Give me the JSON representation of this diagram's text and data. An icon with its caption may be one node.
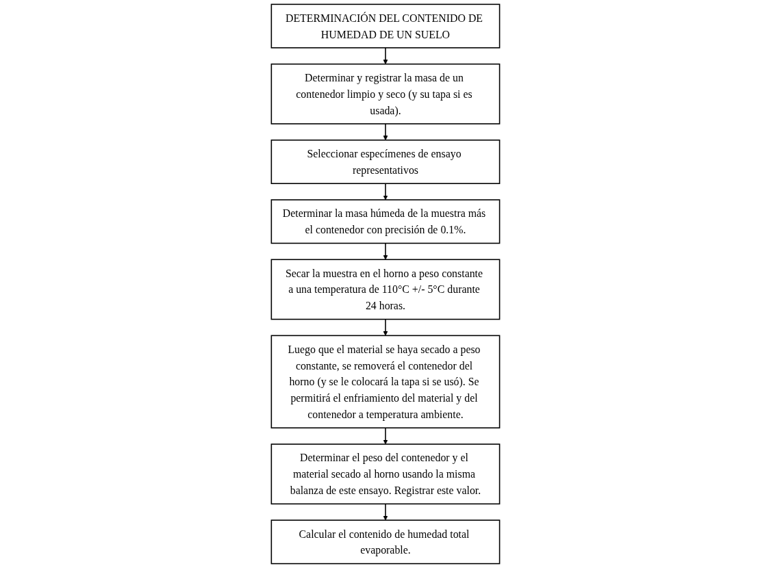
{
  "diagram": {
    "nodes": [
      {
        "text": [
          "DETERMINACIÓN DEL CONTENIDO DE HUMEDAD DE UN SUELO"
        ]
      },
      {
        "text": [
          "Determinar y registrar la masa de un contenedor limpio y seco (y su tapa si es usada)."
        ]
      },
      {
        "text": [
          "Seleccionar especímenes de ensayo representativos"
        ]
      },
      {
        "text": [
          "Determinar la masa húmeda de la muestra más el contenedor con precisión de 0.1%."
        ]
      },
      {
        "text": [
          "Secar la muestra en el horno a peso constante a una temperatura de 110°C +/- 5°C durante 24 horas."
        ]
      },
      {
        "text": [
          "Luego que el material se haya secado a peso constante, se removerá el contenedor del horno (y se le colocará la tapa si se usó). Se permitirá el enfriamiento del material y del contenedor a temperatura ambiente."
        ]
      },
      {
        "text": [
          "Determinar el peso del contenedor y el material secado al horno usando la misma balanza de este ensayo. Registrar este valor."
        ]
      },
      {
        "text": [
          "Calcular el contenido de humedad total evaporable."
        ]
      }
    ],
    "edges": [
      {
        "from": 0,
        "to": 1,
        "arrow": "to"
      },
      {
        "from": 1,
        "to": 2,
        "arrow": "to"
      },
      {
        "from": 2,
        "to": 3,
        "arrow": "to"
      },
      {
        "from": 3,
        "to": 4,
        "arrow": "to"
      },
      {
        "from": 4,
        "to": 5,
        "arrow": "to"
      },
      {
        "from": 5,
        "to": 6,
        "arrow": "to"
      },
      {
        "from": 6,
        "to": 7,
        "arrow": "to"
      }
    ]
  }
}
